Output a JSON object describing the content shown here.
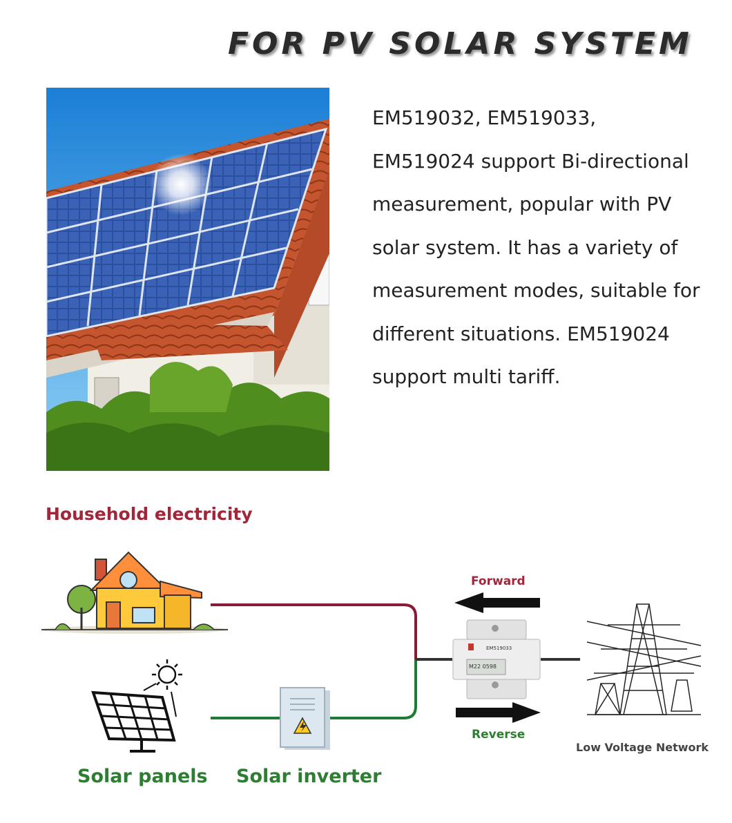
{
  "header": {
    "title": "FOR PV SOLAR SYSTEM"
  },
  "description": {
    "lines": [
      "EM519032, EM519033,",
      "EM519024 support Bi-directional",
      "measurement, popular with PV",
      "solar system. It has a variety of",
      "measurement modes, suitable for",
      "different situations. EM519024",
      "support multi tariff."
    ]
  },
  "diagram": {
    "household_label": "Household electricity",
    "forward_label": "Forward",
    "reverse_label": "Reverse",
    "solar_panels_label": "Solar panels",
    "solar_inverter_label": "Solar inverter",
    "network_label": "Low Voltage Network",
    "meter_model": "EM519033",
    "meter_serial": "M22 0598",
    "line_colors": {
      "household": "#8b1a34",
      "solar": "#1f7a34",
      "grid": "#333333"
    }
  }
}
